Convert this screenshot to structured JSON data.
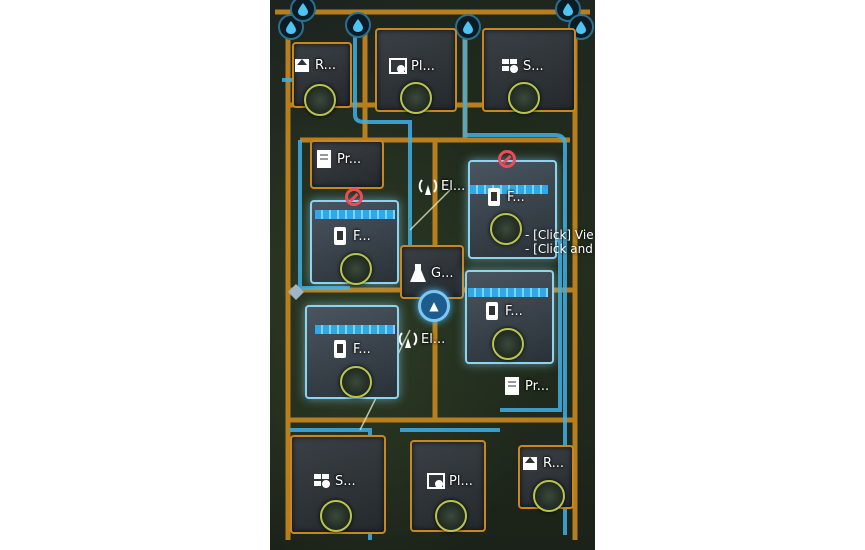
{
  "buildings": {
    "resource_depot_top": {
      "label": "R...",
      "icon": "resource-depot-icon"
    },
    "plant_top": {
      "label": "Pl...",
      "icon": "hothouse-icon"
    },
    "storage_top": {
      "label": "S...",
      "icon": "storage-icon"
    },
    "prefab_left": {
      "label": "Pr...",
      "icon": "prefab-icon"
    },
    "factory_upper_right": {
      "label": "F...",
      "icon": "factory-icon",
      "status": "disabled"
    },
    "factory_upper_left": {
      "label": "F...",
      "icon": "factory-icon",
      "status": "disabled"
    },
    "relay_upper": {
      "label": "El...",
      "icon": "signal-relay-icon"
    },
    "generator": {
      "label": "G...",
      "icon": "generator-icon"
    },
    "factory_lower_right": {
      "label": "F...",
      "icon": "factory-icon"
    },
    "factory_lower_left": {
      "label": "F...",
      "icon": "factory-icon"
    },
    "relay_lower": {
      "label": "El...",
      "icon": "signal-relay-icon"
    },
    "prefab_right": {
      "label": "Pr...",
      "icon": "prefab-icon"
    },
    "storage_bottom": {
      "label": "S...",
      "icon": "storage-icon"
    },
    "plant_bottom": {
      "label": "Pl...",
      "icon": "hothouse-icon"
    },
    "resource_depot_bottom": {
      "label": "R...",
      "icon": "resource-depot-icon"
    }
  },
  "hints": {
    "line1": "- [Click] Vie",
    "line2": "- [Click and"
  },
  "colors": {
    "pipe_orange": "#c8881f",
    "steam_blue": "#3fb0e6",
    "disabled_red": "#f04a5a",
    "ring_green": "#b9c44a"
  }
}
